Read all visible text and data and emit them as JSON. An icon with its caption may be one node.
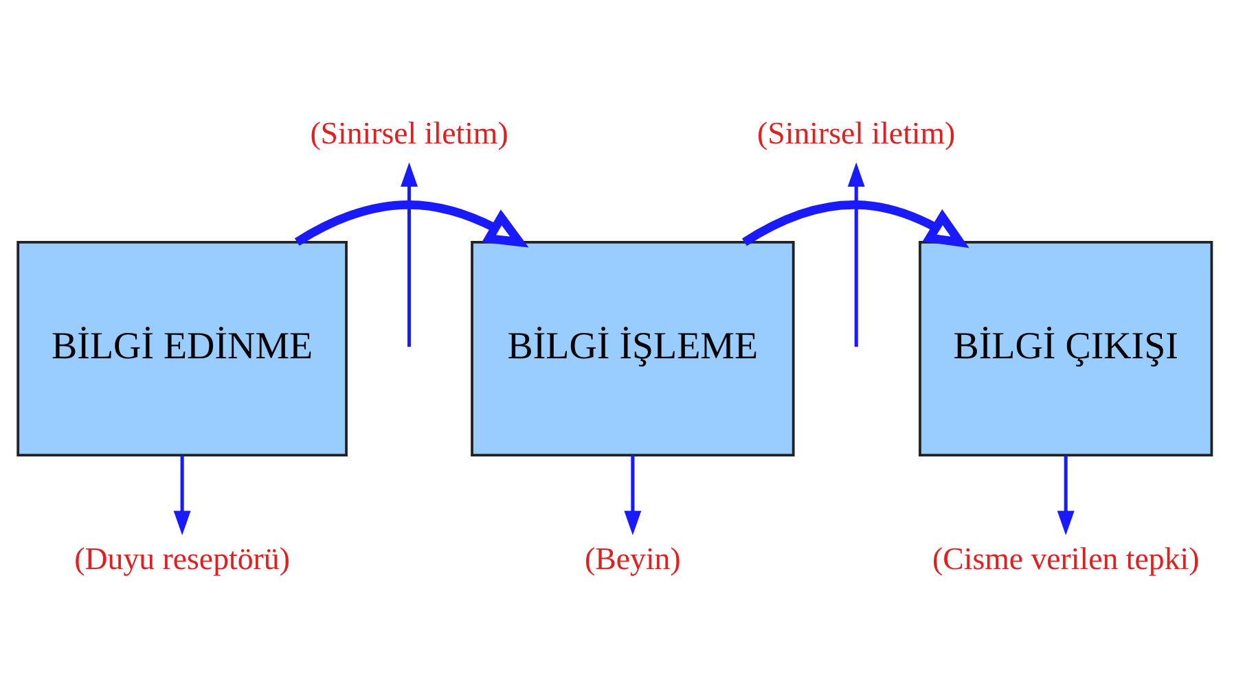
{
  "diagram": {
    "nodes": [
      {
        "text": [
          "BİLGİ EDİNME"
        ]
      },
      {
        "text": [
          "BİLGİ İŞLEME"
        ]
      },
      {
        "text": [
          "BİLGİ ÇIKIŞI"
        ]
      },
      {
        "text": [
          "(Sinirsel iletim)"
        ]
      },
      {
        "text": [
          "(Sinirsel iletim)"
        ]
      },
      {
        "text": [
          "(Duyu reseptörü)"
        ]
      },
      {
        "text": [
          "(Beyin)"
        ]
      },
      {
        "text": [
          "(Cisme verilen tepki)"
        ]
      }
    ],
    "edges": [
      {
        "from": 0,
        "to": 1,
        "arrow": "to",
        "style": "thick"
      },
      {
        "from": 1,
        "to": 2,
        "arrow": "to",
        "style": "thick"
      },
      {
        "from": null,
        "to": 3,
        "arrow": "to"
      },
      {
        "from": null,
        "to": 4,
        "arrow": "to"
      },
      {
        "from": 0,
        "to": 5,
        "arrow": "to"
      },
      {
        "from": 1,
        "to": 6,
        "arrow": "to"
      },
      {
        "from": 2,
        "to": 7,
        "arrow": "to"
      }
    ]
  }
}
